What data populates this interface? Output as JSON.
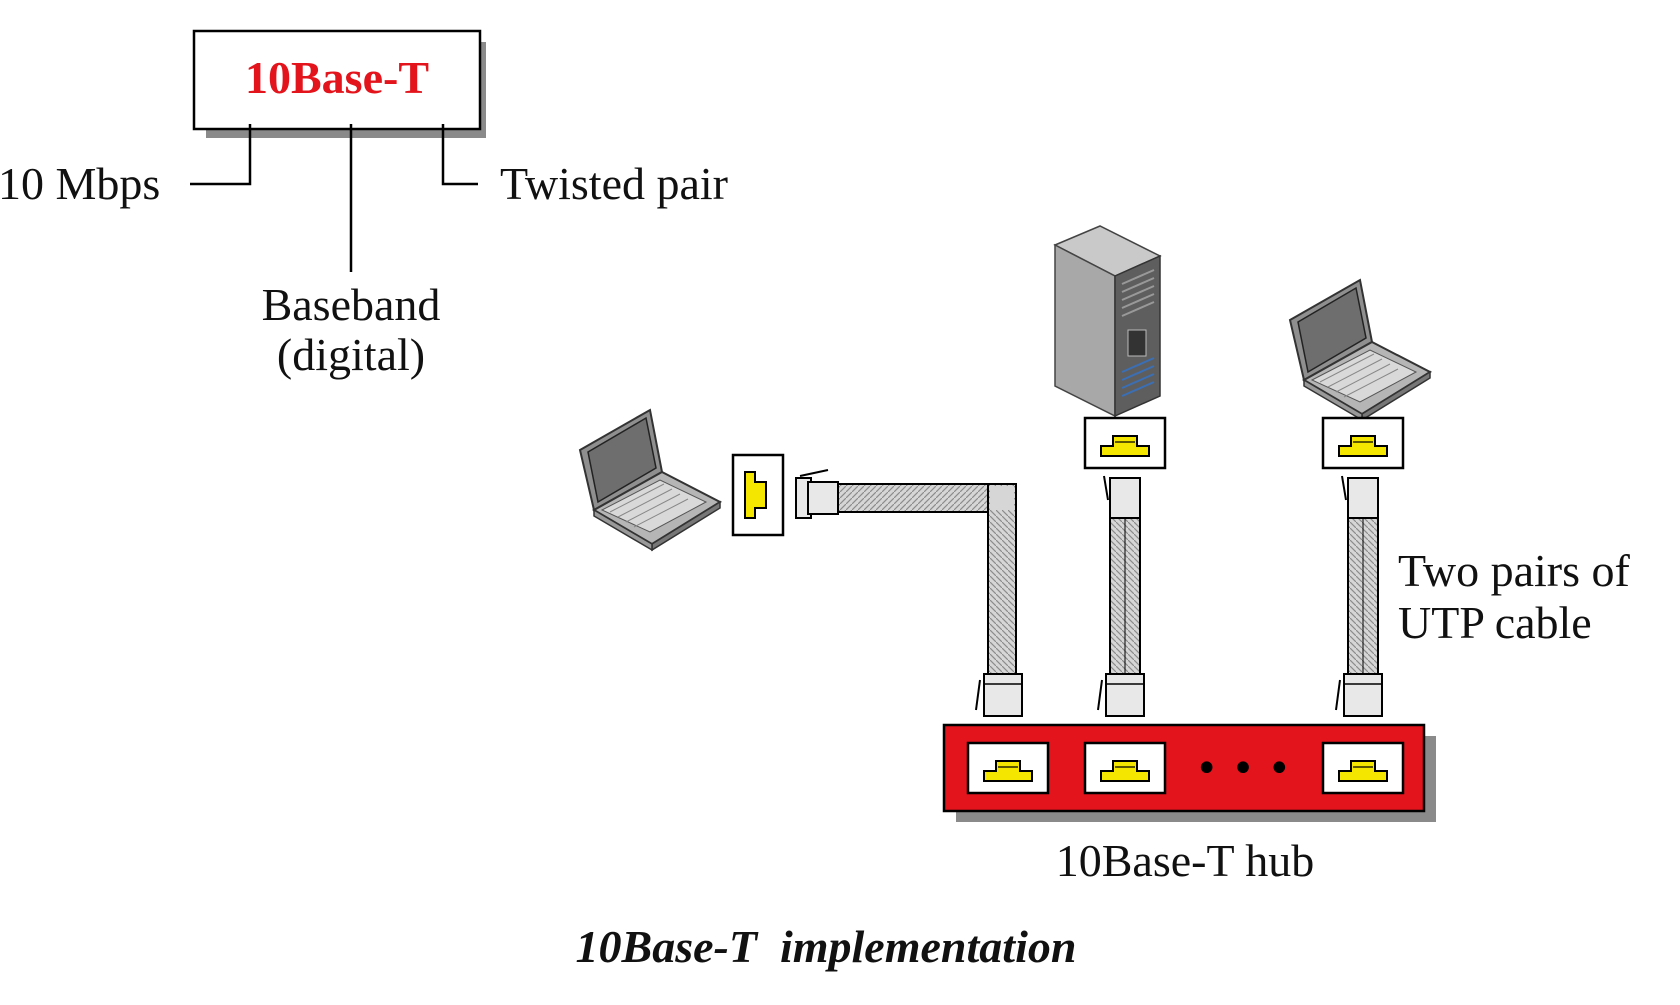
{
  "diagram": {
    "name_box_text": "10Base-T",
    "label_speed": "10 Mbps",
    "label_medium": "Twisted pair",
    "label_signal_line1": "Baseband",
    "label_signal_line2": "(digital)",
    "label_cable_line1": "Two pairs of",
    "label_cable_line2": "UTP cable",
    "hub_label": "10Base-T hub",
    "hub_ellipsis": "• • •",
    "caption": "10Base-T  implementation"
  },
  "colors": {
    "title_red": "#e3141c",
    "hub_red": "#e3141c",
    "port_yellow": "#f5e600",
    "box_shadow": "#8a8a8a",
    "device_gray": "#9a9a9a",
    "cable_gray": "#c8c8c8"
  },
  "icons": [
    "laptop-icon",
    "server-tower-icon",
    "rj45-jack-icon",
    "rj45-plug-icon",
    "hub-icon"
  ]
}
